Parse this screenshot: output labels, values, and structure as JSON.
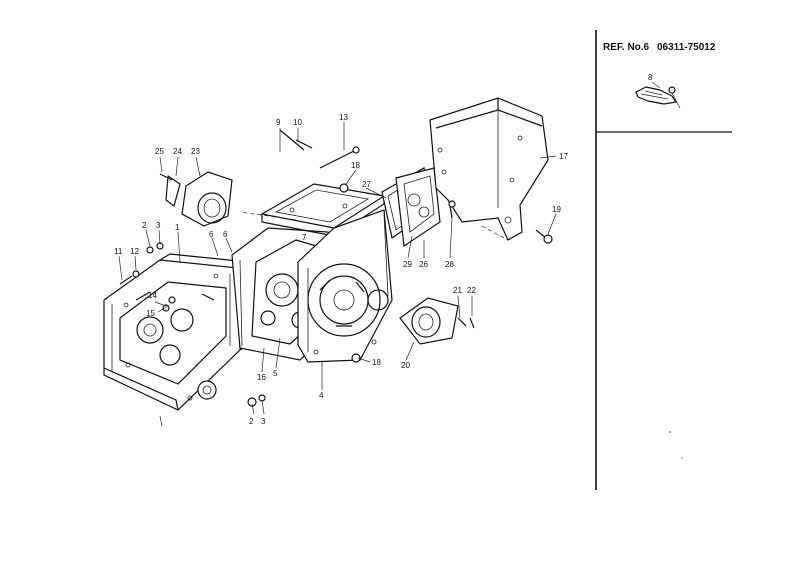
{
  "ref_block": {
    "ref_label": "REF. No.6",
    "ref_code": "06311-75012",
    "inset_callout": "8"
  },
  "callouts": {
    "c9": "9",
    "c10": "10",
    "c13": "13",
    "c17": "17",
    "c25": "25",
    "c24": "24",
    "c23": "23",
    "c18a": "18",
    "c27": "27",
    "c2a": "2",
    "c3a": "3",
    "c1": "1",
    "c6a": "6",
    "c6b": "6",
    "c7": "7",
    "c11": "11",
    "c12": "12",
    "c14": "14",
    "c15": "15",
    "c19": "19",
    "c29": "29",
    "c26": "26",
    "c28": "28",
    "c21": "21",
    "c22": "22",
    "c20": "20",
    "c18b": "18",
    "c16": "16",
    "c5": "5",
    "c4": "4",
    "c2b": "2",
    "c3b": "3"
  }
}
